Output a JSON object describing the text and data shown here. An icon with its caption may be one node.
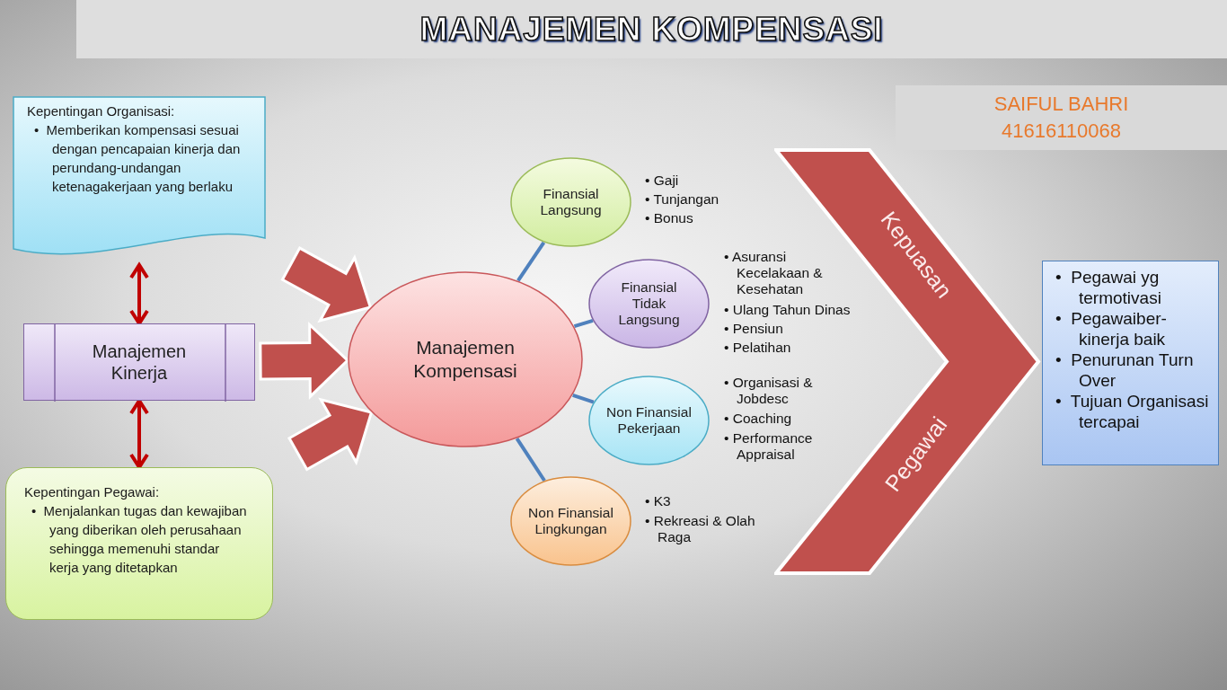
{
  "diagram": {
    "title": "MANAJEMEN KOMPENSASI",
    "nodes": [
      {
        "text": [
          "Kepentingan Organisasi:",
          "•  Memberikan kompensasi sesuai dengan pencapaian kinerja dan perundang-undangan ketenagakerjaan yang berlaku"
        ]
      },
      {
        "text": [
          "Manajemen Kinerja"
        ]
      },
      {
        "text": [
          "Kepentingan Pegawai:",
          "•  Menjalankan tugas dan kewajiban yang diberikan oleh perusahaan sehingga memenuhi standar kerja yang ditetapkan"
        ]
      },
      {
        "text": [
          "Manajemen Kompensasi"
        ]
      },
      {
        "text": [
          "Finansial Langsung"
        ],
        "beside": [
          "• Gaji",
          "• Tunjangan",
          "• Bonus"
        ]
      },
      {
        "text": [
          "Finansial Tidak Langsung"
        ]
      },
      {
        "text": [
          "Non Finansial Pekerjaan"
        ]
      },
      {
        "text": [
          "Non Finansial Lingkungan"
        ]
      },
      {
        "text": [
          "Kepuasan",
          "Pegawai"
        ]
      },
      {
        "text": [
          "•  Pegawai yg termotivasi",
          "•  Pegawaiber-kinerja baik",
          "•  Penurunan Turn Over",
          "•  Tujuan Organisasi tercapai"
        ]
      },
      {
        "text": [
          "SAIFUL BAHRI",
          "41616110068"
        ]
      }
    ],
    "edges": [
      {
        "from": 0,
        "to": 1,
        "arrow": "both",
        "color": "#c00000"
      },
      {
        "from": 1,
        "to": 2,
        "arrow": "both",
        "color": "#c00000"
      },
      {
        "from": 0,
        "to": 3,
        "arrow": "to",
        "style": "thick",
        "color": "#c0504d"
      },
      {
        "from": 1,
        "to": 3,
        "arrow": "to",
        "style": "thick",
        "color": "#c0504d"
      },
      {
        "from": 2,
        "to": 3,
        "arrow": "to",
        "style": "thick",
        "color": "#c0504d"
      },
      {
        "from": 3,
        "to": 4,
        "arrow": "none",
        "color": "#4f81bd"
      },
      {
        "from": 3,
        "to": 5,
        "arrow": "none",
        "color": "#4f81bd"
      },
      {
        "from": 3,
        "to": 6,
        "arrow": "none",
        "color": "#4f81bd"
      },
      {
        "from": 3,
        "to": 7,
        "arrow": "none",
        "color": "#4f81bd"
      }
    ],
    "labels": [
      "• Asuransi Kecelakaan & Kesehatan",
      "• Ulang Tahun Dinas",
      "• Pensiun",
      "• Pelatihan",
      "• Organisasi & Jobdesc",
      "• Coaching",
      "• Performance Appraisal",
      "• K3",
      "• Rekreasi & Olah Raga"
    ]
  }
}
